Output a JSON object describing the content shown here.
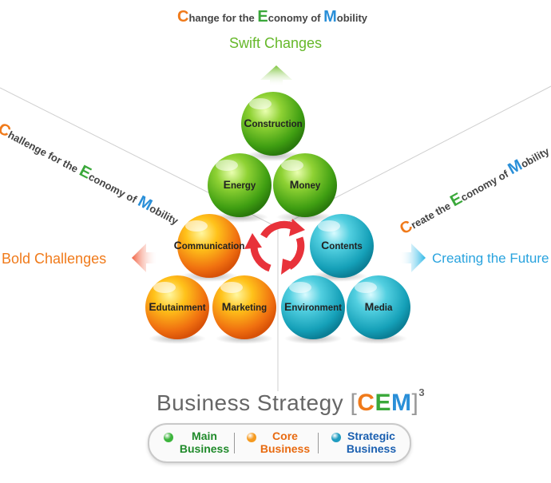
{
  "top": {
    "heading": [
      {
        "cap": "C",
        "rest": "hange for the ",
        "cap_color": "#f07a1a"
      },
      {
        "cap": "E",
        "rest": "conomy of ",
        "cap_color": "#3aa83a"
      },
      {
        "cap": "M",
        "rest": "obility",
        "cap_color": "#2a8fd8"
      }
    ],
    "subtitle": "Swift Changes"
  },
  "left": {
    "heading": [
      {
        "cap": "C",
        "rest": "hallenge for the ",
        "cap_color": "#f07a1a"
      },
      {
        "cap": "E",
        "rest": "conomy of ",
        "cap_color": "#3aa83a"
      },
      {
        "cap": "M",
        "rest": "obility",
        "cap_color": "#2a8fd8"
      }
    ],
    "subtitle": "Bold Challenges"
  },
  "right": {
    "heading": [
      {
        "cap": "C",
        "rest": "reate the ",
        "cap_color": "#f07a1a"
      },
      {
        "cap": "E",
        "rest": "conomy of ",
        "cap_color": "#3aa83a"
      },
      {
        "cap": "M",
        "rest": "obility",
        "cap_color": "#2a8fd8"
      }
    ],
    "subtitle": "Creating the Future"
  },
  "spheres": {
    "green": [
      "Construction",
      "Energy",
      "Money"
    ],
    "orange": [
      "Communication",
      "Edutainment",
      "Marketing"
    ],
    "blue": [
      "Contents",
      "Environment",
      "Media"
    ]
  },
  "strategy": {
    "title": "Business Strategy ",
    "bracket_open": "[",
    "acronym": [
      {
        "letter": "C",
        "color": "#f07a1a"
      },
      {
        "letter": "E",
        "color": "#3aa83a"
      },
      {
        "letter": "M",
        "color": "#2a8fd8"
      }
    ],
    "bracket_close": "]",
    "exponent": "3"
  },
  "legend": [
    {
      "line1": "Main",
      "line2": "Business",
      "color": "#1f8a2a",
      "dot": "#3cb43c"
    },
    {
      "line1": "Core",
      "line2": "Business",
      "color": "#e86a10",
      "dot": "#f59a20"
    },
    {
      "line1": "Strategic",
      "line2": "Business",
      "color": "#1a5fb0",
      "dot": "#1f9cc0"
    }
  ],
  "colors": {
    "green_sub": "#66b82a",
    "orange_sub": "#f07a1a",
    "blue_sub": "#29a3de",
    "cycle": "#e8323a"
  }
}
